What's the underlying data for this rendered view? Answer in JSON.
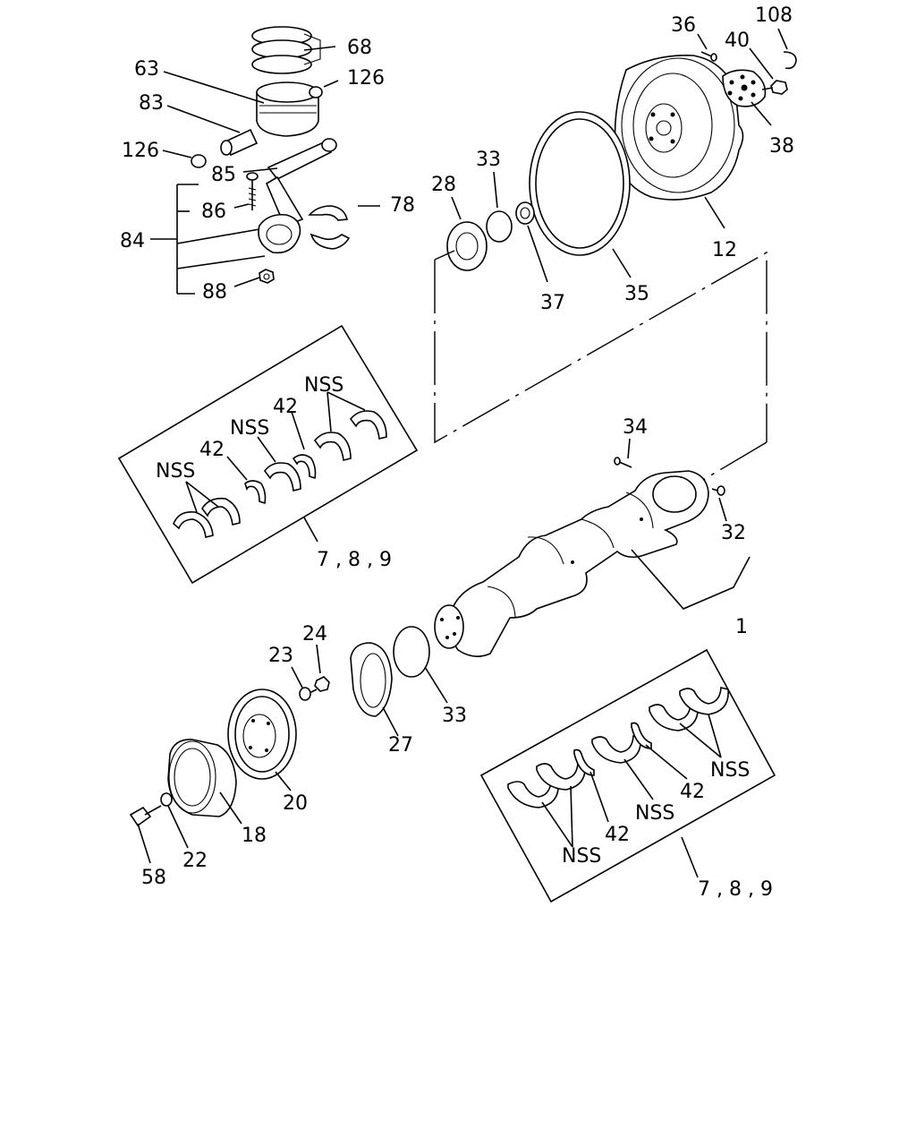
{
  "callouts": {
    "c1": "1",
    "c12": "12",
    "c18": "18",
    "c20": "20",
    "c22": "22",
    "c23": "23",
    "c24": "24",
    "c27": "27",
    "c28": "28",
    "c32": "32",
    "c33a": "33",
    "c33b": "33",
    "c34": "34",
    "c35": "35",
    "c36": "36",
    "c37": "37",
    "c38": "38",
    "c40": "40",
    "c42a": "42",
    "c42b": "42",
    "c42c": "42",
    "c42d": "42",
    "c58": "58",
    "c63": "63",
    "c68": "68",
    "c78": "78",
    "c83": "83",
    "c84": "84",
    "c85": "85",
    "c86": "86",
    "c88": "88",
    "c108": "108",
    "c126a": "126",
    "c126b": "126"
  },
  "nss": {
    "upper_left": "NSS",
    "upper_mid": "NSS",
    "upper_right": "NSS",
    "lower_left": "NSS",
    "lower_mid": "NSS",
    "lower_right": "NSS"
  },
  "bearing_set_labels": {
    "upper": "7 , 8 , 9",
    "lower": "7 , 8 , 9"
  }
}
